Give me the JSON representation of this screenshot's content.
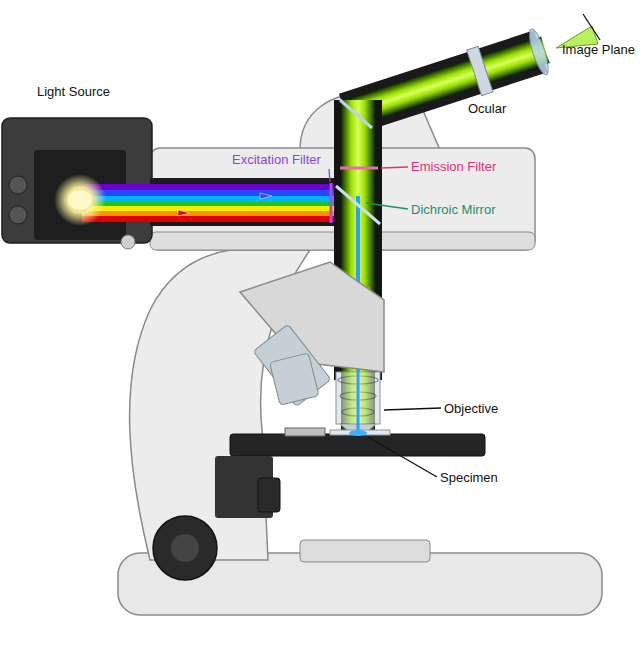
{
  "diagram": {
    "labels": [
      "Light Source",
      "Excitation Filter",
      "Emission Filter",
      "Dichroic Mirror",
      "Ocular",
      "Image Plane",
      "Objective",
      "Specimen"
    ]
  }
}
